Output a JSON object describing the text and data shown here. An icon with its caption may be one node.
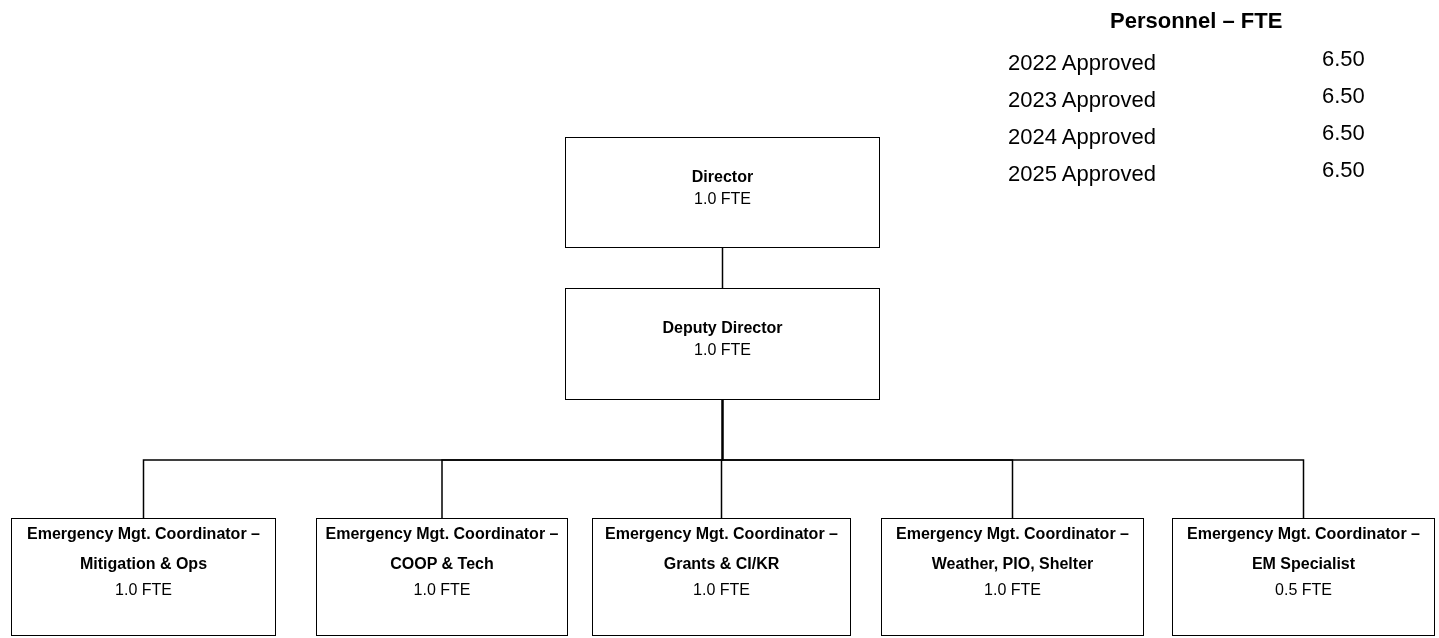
{
  "diagram": {
    "nodes": [
      {
        "text": [
          "Director",
          "1.0 FTE"
        ]
      },
      {
        "text": [
          "Deputy Director",
          "1.0 FTE"
        ]
      },
      {
        "text": [
          "Emergency Mgt. Coordinator – Mitigation & Ops",
          "1.0 FTE"
        ]
      },
      {
        "text": [
          "Emergency Mgt. Coordinator – COOP & Tech",
          "1.0 FTE"
        ]
      },
      {
        "text": [
          "Emergency Mgt. Coordinator – Grants & CI/KR",
          "1.0 FTE"
        ]
      },
      {
        "text": [
          "Emergency Mgt. Coordinator – Weather, PIO, Shelter",
          "1.0 FTE"
        ]
      },
      {
        "text": [
          "Emergency Mgt. Coordinator – EM Specialist",
          "0.5 FTE"
        ]
      }
    ],
    "edges": [
      {
        "from": 0,
        "to": 1,
        "arrow": "none"
      },
      {
        "from": 1,
        "to": 2,
        "arrow": "none"
      },
      {
        "from": 1,
        "to": 3,
        "arrow": "none"
      },
      {
        "from": 1,
        "to": 4,
        "arrow": "none"
      },
      {
        "from": 1,
        "to": 5,
        "arrow": "none"
      },
      {
        "from": 1,
        "to": 6,
        "arrow": "none"
      }
    ],
    "labels": [
      "Personnel – FTE",
      "2022 Approved",
      "6.50",
      "2023 Approved",
      "6.50",
      "2024 Approved",
      "6.50",
      "2025 Approved",
      "6.50"
    ]
  }
}
